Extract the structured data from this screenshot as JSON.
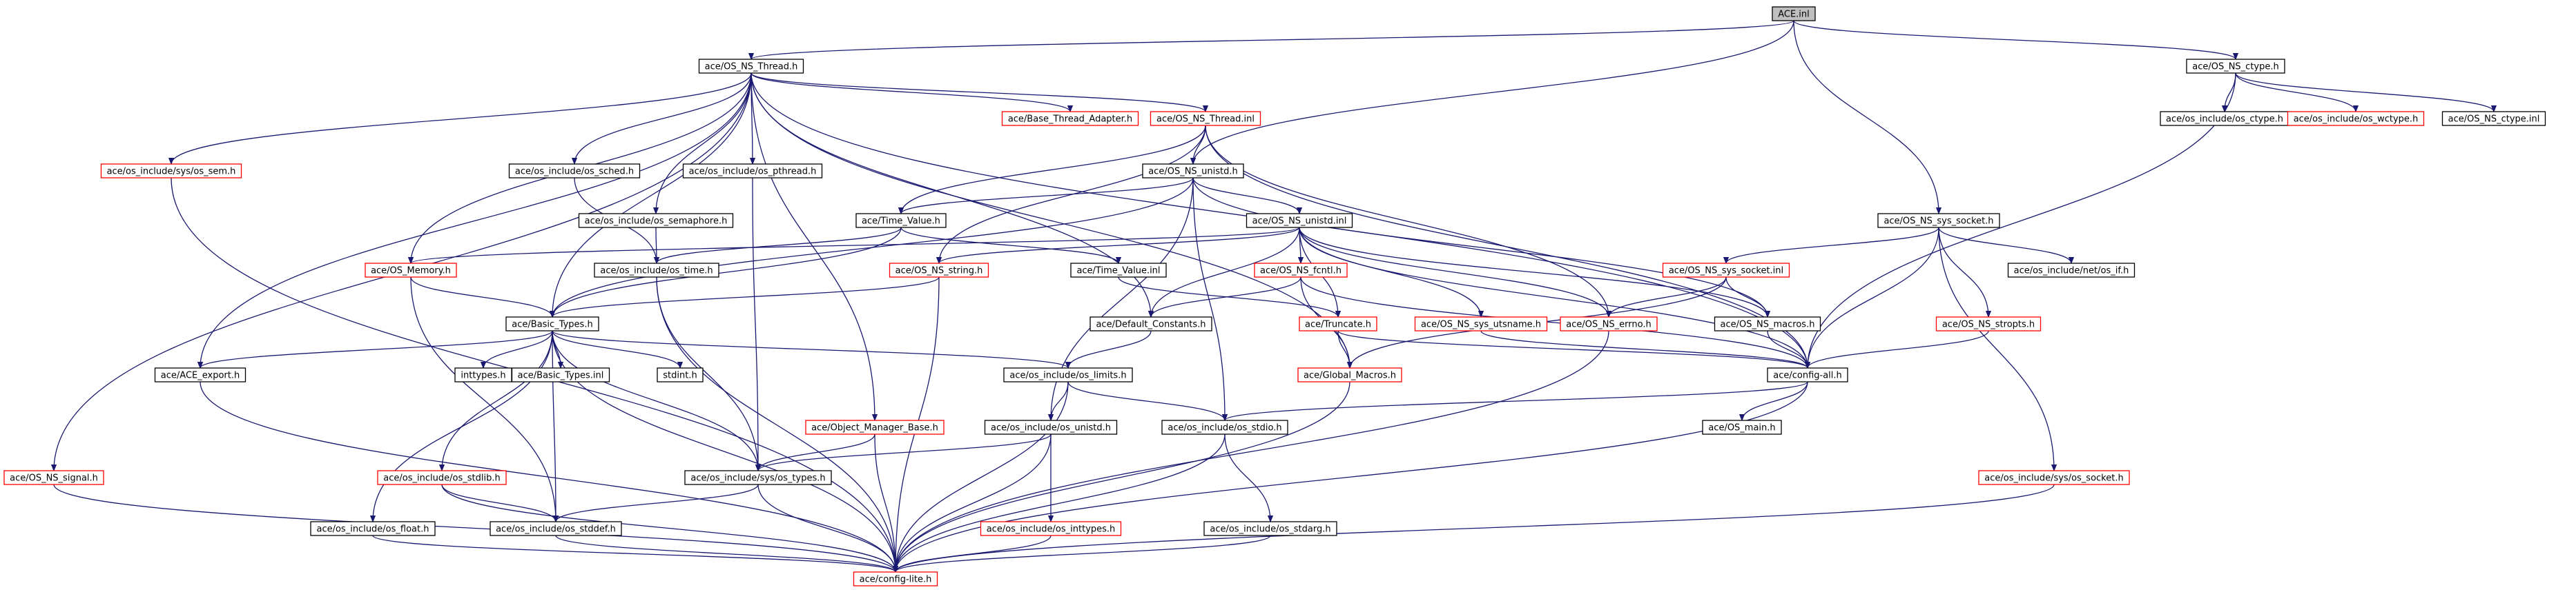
{
  "colors": {
    "edge": "#191970",
    "documented_border": "#000000",
    "undocumented_border": "#ff0000",
    "root_fill": "#bfbfbf",
    "background": "#ffffff"
  },
  "nodes": [
    {
      "id": "ace_inl",
      "label": "ACE.inl",
      "root": true
    },
    {
      "id": "os_ns_thread_h",
      "label": "ace/OS_NS_Thread.h"
    },
    {
      "id": "os_ns_ctype_h",
      "label": "ace/OS_NS_ctype.h"
    },
    {
      "id": "base_thread_adapter_h",
      "label": "ace/Base_Thread_Adapter.h",
      "missing": true
    },
    {
      "id": "os_ns_thread_inl",
      "label": "ace/OS_NS_Thread.inl",
      "missing": true
    },
    {
      "id": "os_sem_h",
      "label": "ace/os_include/sys/os_sem.h",
      "missing": true
    },
    {
      "id": "os_sched_h",
      "label": "ace/os_include/os_sched.h"
    },
    {
      "id": "os_pthread_h",
      "label": "ace/os_include/os_pthread.h"
    },
    {
      "id": "os_ns_unistd_h",
      "label": "ace/OS_NS_unistd.h"
    },
    {
      "id": "os_ctype_h",
      "label": "ace/os_include/os_ctype.h"
    },
    {
      "id": "os_wctype_h",
      "label": "ace/os_include/os_wctype.h",
      "missing": true
    },
    {
      "id": "os_ns_ctype_inl",
      "label": "ace/OS_NS_ctype.inl"
    },
    {
      "id": "time_value_h",
      "label": "ace/Time_Value.h"
    },
    {
      "id": "os_semaphore_h",
      "label": "ace/os_include/os_semaphore.h"
    },
    {
      "id": "os_ns_unistd_inl",
      "label": "ace/OS_NS_unistd.inl"
    },
    {
      "id": "os_ns_sys_socket_h",
      "label": "ace/OS_NS_sys_socket.h"
    },
    {
      "id": "os_memory_h",
      "label": "ace/OS_Memory.h",
      "missing": true
    },
    {
      "id": "os_time_h",
      "label": "ace/os_include/os_time.h"
    },
    {
      "id": "os_ns_string_h",
      "label": "ace/OS_NS_string.h",
      "missing": true
    },
    {
      "id": "time_value_inl",
      "label": "ace/Time_Value.inl"
    },
    {
      "id": "os_ns_fcntl_h",
      "label": "ace/OS_NS_fcntl.h",
      "missing": true
    },
    {
      "id": "os_ns_sys_socket_inl",
      "label": "ace/OS_NS_sys_socket.inl",
      "missing": true
    },
    {
      "id": "os_if_h",
      "label": "ace/os_include/net/os_if.h"
    },
    {
      "id": "basic_types_h",
      "label": "ace/Basic_Types.h"
    },
    {
      "id": "default_constants_h",
      "label": "ace/Default_Constants.h"
    },
    {
      "id": "truncate_h",
      "label": "ace/Truncate.h",
      "missing": true
    },
    {
      "id": "os_ns_sys_utsname_h",
      "label": "ace/OS_NS_sys_utsname.h",
      "missing": true
    },
    {
      "id": "os_ns_errno_h",
      "label": "ace/OS_NS_errno.h",
      "missing": true
    },
    {
      "id": "os_ns_macros_h",
      "label": "ace/OS_NS_macros.h"
    },
    {
      "id": "os_ns_stropts_h",
      "label": "ace/OS_NS_stropts.h",
      "missing": true
    },
    {
      "id": "ace_export_h",
      "label": "ace/ACE_export.h"
    },
    {
      "id": "inttypes_h",
      "label": "inttypes.h",
      "plain": true
    },
    {
      "id": "basic_types_inl",
      "label": "ace/Basic_Types.inl"
    },
    {
      "id": "stdint_h",
      "label": "stdint.h",
      "plain": true
    },
    {
      "id": "os_limits_h",
      "label": "ace/os_include/os_limits.h"
    },
    {
      "id": "global_macros_h",
      "label": "ace/Global_Macros.h",
      "missing": true
    },
    {
      "id": "config_all_h",
      "label": "ace/config-all.h"
    },
    {
      "id": "object_manager_base_h",
      "label": "ace/Object_Manager_Base.h",
      "missing": true
    },
    {
      "id": "os_unistd_h",
      "label": "ace/os_include/os_unistd.h"
    },
    {
      "id": "os_stdio_h",
      "label": "ace/os_include/os_stdio.h"
    },
    {
      "id": "os_main_h",
      "label": "ace/OS_main.h"
    },
    {
      "id": "os_ns_signal_h",
      "label": "ace/OS_NS_signal.h",
      "missing": true
    },
    {
      "id": "os_stdlib_h",
      "label": "ace/os_include/os_stdlib.h",
      "missing": true
    },
    {
      "id": "os_types_h",
      "label": "ace/os_include/sys/os_types.h"
    },
    {
      "id": "os_socket_h",
      "label": "ace/os_include/sys/os_socket.h",
      "missing": true
    },
    {
      "id": "os_float_h",
      "label": "ace/os_include/os_float.h"
    },
    {
      "id": "os_stddef_h",
      "label": "ace/os_include/os_stddef.h"
    },
    {
      "id": "os_inttypes_h",
      "label": "ace/os_include/os_inttypes.h",
      "missing": true
    },
    {
      "id": "os_stdarg_h",
      "label": "ace/os_include/os_stdarg.h"
    },
    {
      "id": "config_lite_h",
      "label": "ace/config-lite.h",
      "missing": true
    }
  ],
  "edges": [
    [
      "ace_inl",
      "os_ns_thread_h"
    ],
    [
      "ace_inl",
      "os_ns_unistd_h"
    ],
    [
      "ace_inl",
      "os_ns_sys_socket_h"
    ],
    [
      "ace_inl",
      "os_ns_ctype_h"
    ],
    [
      "os_ns_thread_h",
      "base_thread_adapter_h"
    ],
    [
      "os_ns_thread_h",
      "os_ns_thread_inl"
    ],
    [
      "os_ns_thread_h",
      "os_sem_h"
    ],
    [
      "os_ns_thread_h",
      "os_sched_h"
    ],
    [
      "os_ns_thread_h",
      "os_pthread_h"
    ],
    [
      "os_ns_thread_h",
      "os_semaphore_h"
    ],
    [
      "os_ns_thread_h",
      "os_memory_h"
    ],
    [
      "os_ns_thread_h",
      "basic_types_h"
    ],
    [
      "os_ns_thread_h",
      "ace_export_h"
    ],
    [
      "os_ns_thread_h",
      "object_manager_base_h"
    ],
    [
      "os_ns_thread_h",
      "os_ns_signal_h"
    ],
    [
      "os_ns_thread_h",
      "global_macros_h"
    ],
    [
      "os_ns_thread_h",
      "config_all_h"
    ],
    [
      "os_ns_thread_h",
      "default_constants_h"
    ],
    [
      "os_ns_ctype_h",
      "os_ctype_h"
    ],
    [
      "os_ns_ctype_h",
      "os_wctype_h"
    ],
    [
      "os_ns_ctype_h",
      "os_ns_ctype_inl"
    ],
    [
      "os_ns_ctype_h",
      "config_all_h"
    ],
    [
      "os_ns_thread_inl",
      "os_ns_unistd_h"
    ],
    [
      "os_ns_thread_inl",
      "time_value_h"
    ],
    [
      "os_ns_thread_inl",
      "os_ns_string_h"
    ],
    [
      "os_ns_thread_inl",
      "os_ns_errno_h"
    ],
    [
      "os_ns_thread_inl",
      "config_all_h"
    ],
    [
      "os_sem_h",
      "config_lite_h"
    ],
    [
      "os_sched_h",
      "os_time_h"
    ],
    [
      "os_pthread_h",
      "os_types_h"
    ],
    [
      "os_semaphore_h",
      "os_time_h"
    ],
    [
      "os_ns_unistd_h",
      "time_value_h"
    ],
    [
      "os_ns_unistd_h",
      "os_ns_unistd_inl"
    ],
    [
      "os_ns_unistd_h",
      "os_unistd_h"
    ],
    [
      "os_ns_unistd_h",
      "os_ns_macros_h"
    ],
    [
      "os_ns_unistd_h",
      "os_stdio_h"
    ],
    [
      "os_ns_unistd_h",
      "basic_types_h"
    ],
    [
      "time_value_h",
      "os_time_h"
    ],
    [
      "time_value_h",
      "basic_types_h"
    ],
    [
      "time_value_h",
      "time_value_inl"
    ],
    [
      "os_ns_unistd_inl",
      "os_ns_fcntl_h"
    ],
    [
      "os_ns_unistd_inl",
      "os_ns_string_h"
    ],
    [
      "os_ns_unistd_inl",
      "os_memory_h"
    ],
    [
      "os_ns_unistd_inl",
      "default_constants_h"
    ],
    [
      "os_ns_unistd_inl",
      "os_ns_sys_utsname_h"
    ],
    [
      "os_ns_unistd_inl",
      "os_ns_errno_h"
    ],
    [
      "os_ns_unistd_inl",
      "os_ns_macros_h"
    ],
    [
      "os_ns_unistd_inl",
      "truncate_h"
    ],
    [
      "os_ns_unistd_inl",
      "config_all_h"
    ],
    [
      "os_ns_sys_socket_h",
      "os_ns_sys_socket_inl"
    ],
    [
      "os_ns_sys_socket_h",
      "os_if_h"
    ],
    [
      "os_ns_sys_socket_h",
      "os_ns_stropts_h"
    ],
    [
      "os_ns_sys_socket_h",
      "os_socket_h"
    ],
    [
      "os_ns_sys_socket_h",
      "config_all_h"
    ],
    [
      "os_memory_h",
      "basic_types_h"
    ],
    [
      "os_memory_h",
      "os_stddef_h"
    ],
    [
      "os_time_h",
      "os_types_h"
    ],
    [
      "os_time_h",
      "config_lite_h"
    ],
    [
      "os_ns_string_h",
      "basic_types_h"
    ],
    [
      "os_ns_string_h",
      "config_lite_h"
    ],
    [
      "time_value_inl",
      "truncate_h"
    ],
    [
      "os_ns_fcntl_h",
      "default_constants_h"
    ],
    [
      "os_ns_fcntl_h",
      "global_macros_h"
    ],
    [
      "os_ns_fcntl_h",
      "config_all_h"
    ],
    [
      "os_ns_sys_socket_inl",
      "os_ns_errno_h"
    ],
    [
      "os_ns_sys_socket_inl",
      "os_ns_macros_h"
    ],
    [
      "os_ns_sys_socket_inl",
      "global_macros_h"
    ],
    [
      "basic_types_h",
      "ace_export_h"
    ],
    [
      "basic_types_h",
      "inttypes_h"
    ],
    [
      "basic_types_h",
      "basic_types_inl"
    ],
    [
      "basic_types_h",
      "stdint_h"
    ],
    [
      "basic_types_h",
      "os_limits_h"
    ],
    [
      "basic_types_h",
      "os_stdlib_h"
    ],
    [
      "basic_types_h",
      "os_types_h"
    ],
    [
      "basic_types_h",
      "os_float_h"
    ],
    [
      "basic_types_h",
      "os_stddef_h"
    ],
    [
      "basic_types_h",
      "config_lite_h"
    ],
    [
      "default_constants_h",
      "os_limits_h"
    ],
    [
      "truncate_h",
      "config_all_h"
    ],
    [
      "truncate_h",
      "global_macros_h"
    ],
    [
      "os_ns_sys_utsname_h",
      "config_all_h"
    ],
    [
      "os_ns_errno_h",
      "config_lite_h"
    ],
    [
      "os_ns_macros_h",
      "config_all_h"
    ],
    [
      "os_ns_stropts_h",
      "config_all_h"
    ],
    [
      "ace_export_h",
      "config_lite_h"
    ],
    [
      "os_limits_h",
      "os_unistd_h"
    ],
    [
      "os_limits_h",
      "os_stdio_h"
    ],
    [
      "os_limits_h",
      "config_lite_h"
    ],
    [
      "global_macros_h",
      "config_lite_h"
    ],
    [
      "config_all_h",
      "os_main_h"
    ],
    [
      "config_all_h",
      "os_stdio_h"
    ],
    [
      "config_all_h",
      "config_lite_h"
    ],
    [
      "object_manager_base_h",
      "os_types_h"
    ],
    [
      "object_manager_base_h",
      "config_lite_h"
    ],
    [
      "os_unistd_h",
      "os_types_h"
    ],
    [
      "os_unistd_h",
      "os_inttypes_h"
    ],
    [
      "os_unistd_h",
      "config_lite_h"
    ],
    [
      "os_stdio_h",
      "os_stdarg_h"
    ],
    [
      "os_stdio_h",
      "config_lite_h"
    ],
    [
      "os_ns_signal_h",
      "config_lite_h"
    ],
    [
      "os_stdlib_h",
      "os_stddef_h"
    ],
    [
      "os_stdlib_h",
      "config_lite_h"
    ],
    [
      "os_types_h",
      "os_stddef_h"
    ],
    [
      "os_types_h",
      "config_lite_h"
    ],
    [
      "os_socket_h",
      "config_lite_h"
    ],
    [
      "os_float_h",
      "config_lite_h"
    ],
    [
      "os_stddef_h",
      "config_lite_h"
    ],
    [
      "os_inttypes_h",
      "config_lite_h"
    ],
    [
      "os_stdarg_h",
      "config_lite_h"
    ]
  ]
}
